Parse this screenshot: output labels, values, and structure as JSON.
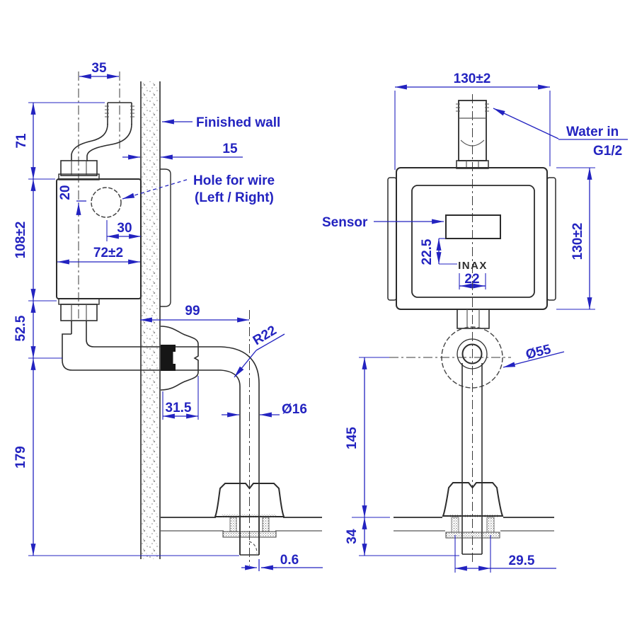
{
  "colors": {
    "dimension_blue": "#2323c0",
    "drawing_line": "#2c2c2c",
    "background": "#ffffff"
  },
  "side_view": {
    "labels": {
      "finished_wall": "Finished wall",
      "hole_for_wire_line1": "Hole for wire",
      "hole_for_wire_line2": "(Left / Right)"
    },
    "dims": {
      "inlet_offset": "35",
      "inlet_height": "71",
      "body_height": "108±2",
      "spout_drop": "52.5",
      "spout_height": "179",
      "wall_thickness": "15",
      "hole_offset_vertical": "20",
      "hole_offset_horizontal": "30",
      "body_width": "72±2",
      "spout_reach": "99",
      "spout_bend_radius": "R22",
      "flange_projection": "31.5",
      "spout_pipe_diameter": "Ø16",
      "outlet_offset": "0.6"
    }
  },
  "front_view": {
    "labels": {
      "water_in_line1": "Water in",
      "water_in_line2": "G1/2",
      "sensor": "Sensor",
      "brand": "INAX"
    },
    "dims": {
      "body_width": "130±2",
      "body_height": "130±2",
      "sensor_to_logo": "22.5",
      "logo_width": "22",
      "escutcheon_diameter": "Ø55",
      "pipe_length": "145",
      "deck_fitting_height": "34",
      "locknut_width": "29.5"
    }
  }
}
